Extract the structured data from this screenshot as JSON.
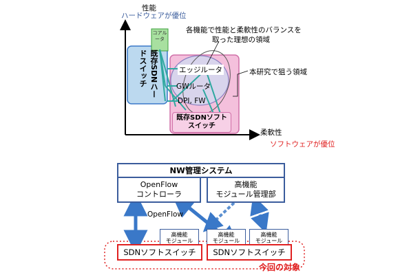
{
  "top_chart": {
    "y_axis_label": "性能",
    "y_axis_note": "ハードウェアが優位",
    "x_axis_label": "柔軟性",
    "x_axis_note": "ソフトウェアが優位",
    "core_router": "コアルータ",
    "hw_switch": "既存SDNハードスイッチ",
    "sw_switch_line1": "既存SDNソフト",
    "sw_switch_line2": "スイッチ",
    "edge_router": "エッジルータ",
    "gw_router": "GWルータ",
    "dpi_fw": "DPI, FW",
    "ideal_callout_line1": "各機能で性能と柔軟性のバランスを",
    "ideal_callout_line2": "取った理想の領域",
    "research_callout": "本研究で狙う領域"
  },
  "bottom_diagram": {
    "nw_mgmt": "NW管理システム",
    "openflow_ctrl_line1": "OpenFlow",
    "openflow_ctrl_line2": "コントローラ",
    "module_mgr_line1": "高機能",
    "module_mgr_line2": "モジュール管理部",
    "openflow_label": "OpenFlow",
    "module_line1": "高機能",
    "module_line2": "モジュール",
    "sdn_switch": "SDNソフトスイッチ",
    "target_label": "今回の対象"
  },
  "colors": {
    "frame_blue": "#3a5c9c",
    "arrow_blue": "#3a78c8",
    "dashed_blue": "#5b8fd0",
    "red": "#e02020",
    "hw_fill": "#bcd9ef",
    "sw_fill": "#f4c0dc",
    "ideal_fill": "#d8d4ec",
    "core_fill": "#a8e0a0",
    "teal": "#2fa8a0"
  }
}
